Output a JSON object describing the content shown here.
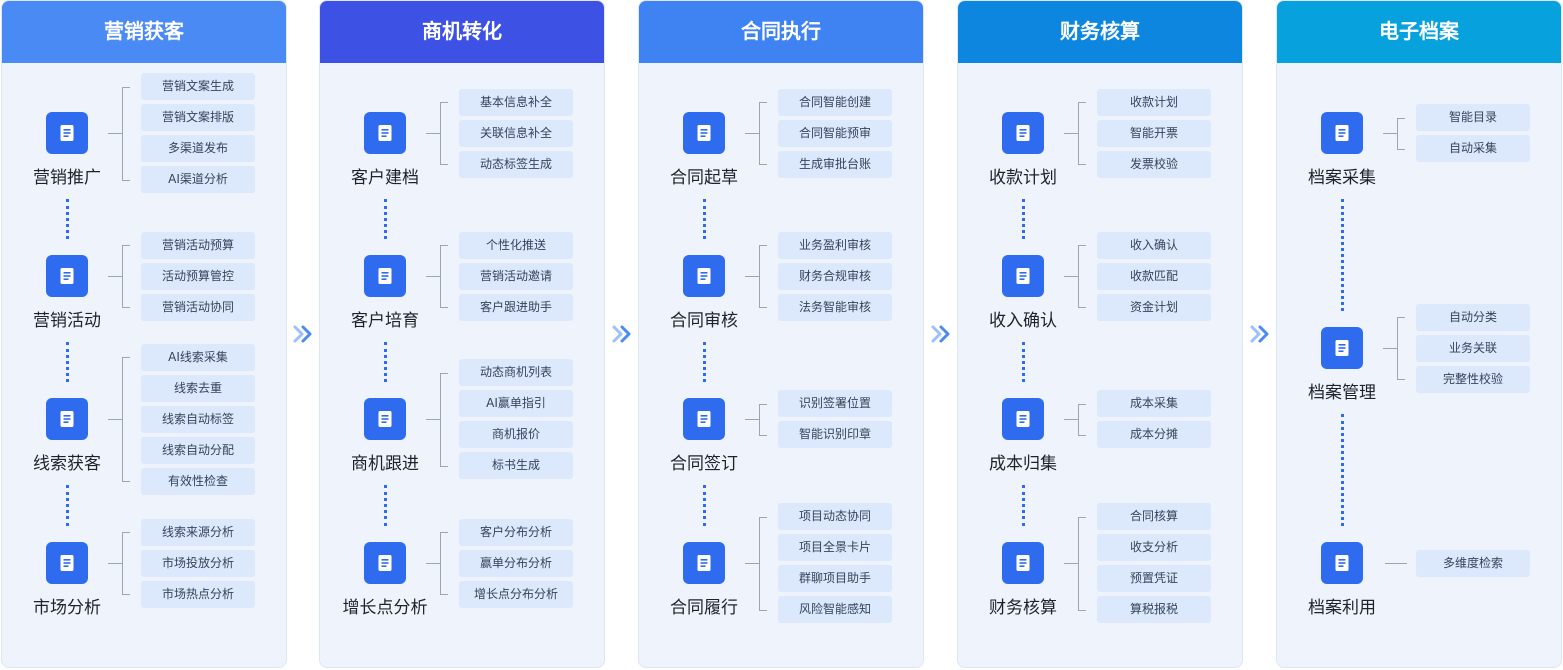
{
  "columns": [
    {
      "title": "营销获客",
      "header_color": "#4a8af4",
      "groups": [
        {
          "label": "营销推广",
          "items": [
            "营销文案生成",
            "营销文案排版",
            "多渠道发布",
            "AI渠道分析"
          ]
        },
        {
          "label": "营销活动",
          "items": [
            "营销活动预算",
            "活动预算管控",
            "营销活动协同"
          ]
        },
        {
          "label": "线索获客",
          "items": [
            "AI线索采集",
            "线索去重",
            "线索自动标签",
            "线索自动分配",
            "有效性检查"
          ]
        },
        {
          "label": "市场分析",
          "items": [
            "线索来源分析",
            "市场投放分析",
            "市场热点分析"
          ]
        }
      ]
    },
    {
      "title": "商机转化",
      "header_color": "#3d52e4",
      "groups": [
        {
          "label": "客户建档",
          "items": [
            "基本信息补全",
            "关联信息补全",
            "动态标签生成"
          ]
        },
        {
          "label": "客户培育",
          "items": [
            "个性化推送",
            "营销活动邀请",
            "客户跟进助手"
          ]
        },
        {
          "label": "商机跟进",
          "items": [
            "动态商机列表",
            "AI赢单指引",
            "商机报价",
            "标书生成"
          ]
        },
        {
          "label": "增长点分析",
          "items": [
            "客户分布分析",
            "赢单分布分析",
            "增长点分布分析"
          ]
        }
      ]
    },
    {
      "title": "合同执行",
      "header_color": "#3f82f2",
      "groups": [
        {
          "label": "合同起草",
          "items": [
            "合同智能创建",
            "合同智能预审",
            "生成审批台账"
          ]
        },
        {
          "label": "合同审核",
          "items": [
            "业务盈利审核",
            "财务合规审核",
            "法务智能审核"
          ]
        },
        {
          "label": "合同签订",
          "items": [
            "识别签署位置",
            "智能识别印章"
          ]
        },
        {
          "label": "合同履行",
          "items": [
            "项目动态协同",
            "项目全景卡片",
            "群聊项目助手",
            "风险智能感知"
          ]
        }
      ]
    },
    {
      "title": "财务核算",
      "header_color": "#0c86de",
      "groups": [
        {
          "label": "收款计划",
          "items": [
            "收款计划",
            "智能开票",
            "发票校验"
          ]
        },
        {
          "label": "收入确认",
          "items": [
            "收入确认",
            "收款匹配",
            "资金计划"
          ]
        },
        {
          "label": "成本归集",
          "items": [
            "成本采集",
            "成本分摊"
          ]
        },
        {
          "label": "财务核算",
          "items": [
            "合同核算",
            "收支分析",
            "预置凭证",
            "算税报税"
          ]
        }
      ]
    },
    {
      "title": "电子档案",
      "header_color": "#07a1de",
      "groups": [
        {
          "label": "档案采集",
          "items": [
            "智能目录",
            "自动采集"
          ]
        },
        {
          "label": "档案管理",
          "items": [
            "自动分类",
            "业务关联",
            "完整性校验"
          ]
        },
        {
          "label": "档案利用",
          "items": [
            "多维度检索"
          ]
        }
      ]
    }
  ],
  "icons": {
    "stage": "document-icon",
    "flow": "double-chevron-right-icon"
  },
  "colors": {
    "icon_tile": "#2f6bef",
    "sub_item_bg": "#dce8fb",
    "panel_bg": "#eef3fc",
    "arrow": "#6aa0f5"
  }
}
